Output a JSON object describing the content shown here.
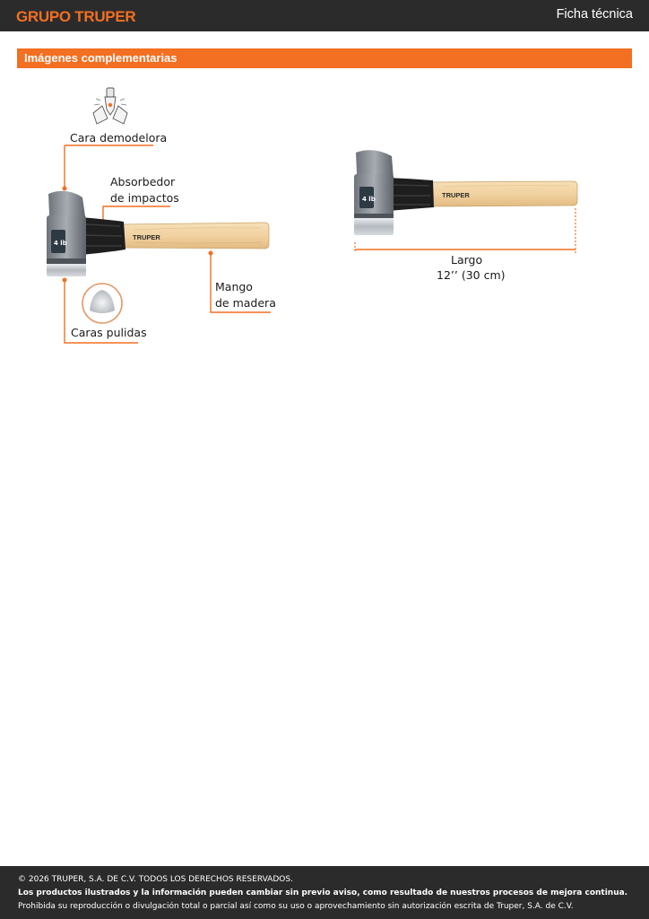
{
  "header": {
    "brand": "GRUPO TRUPER",
    "doc_type": "Ficha técnica"
  },
  "section": {
    "title": "Imágenes complementarias"
  },
  "callouts": {
    "cara_demoledora": "Cara demodelora",
    "absorbedor_line1": "Absorbedor",
    "absorbedor_line2": "de impactos",
    "mango_line1": "Mango",
    "mango_line2": "de madera",
    "caras_pulidas": "Caras pulidas",
    "largo_label": "Largo",
    "largo_value": "12’’ (30 cm)"
  },
  "product": {
    "handle_logo": "TRUPER",
    "head_label": "4 lb"
  },
  "colors": {
    "accent": "#f36f21",
    "dark_bar": "#2b2b2b",
    "wood": "#f1d3a3",
    "grip": "#1e1e1e",
    "steel": "#8a8f96"
  },
  "footer": {
    "copyright": "© 2026 TRUPER, S.A. DE C.V. TODOS LOS DERECHOS RESERVADOS.",
    "notice": "Los productos ilustrados y la información pueden cambiar sin previo aviso, como resultado de nuestros procesos de mejora continua.",
    "prohibition": "Prohibida su reproducción o divulgación total o parcial así como su uso o aprovechamiento sin autorización escrita de Truper, S.A. de C.V."
  }
}
